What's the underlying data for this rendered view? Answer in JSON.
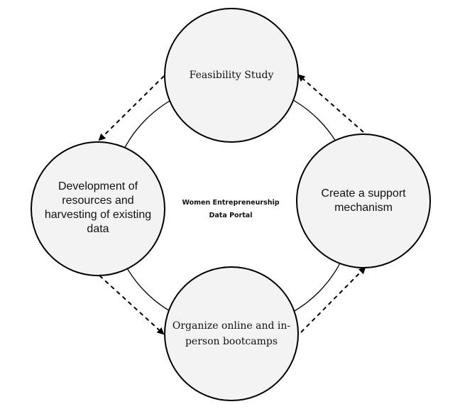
{
  "diagram": {
    "center": {
      "line1": "Women Entrepreneurship",
      "line2": "Data Portal"
    },
    "nodes": {
      "feasibility": "Feasibility Study",
      "development": {
        "line1": "Development of",
        "line2": "resources and",
        "line3": "harvesting of existing",
        "line4": "data"
      },
      "support": {
        "line1": "Create a support",
        "line2": "mechanism"
      },
      "bootcamps": {
        "line1": "Organize online and in-",
        "line2": "person bootcamps"
      }
    },
    "colors": {
      "node_fill": "#f3f3f3",
      "stroke": "#000000"
    }
  }
}
